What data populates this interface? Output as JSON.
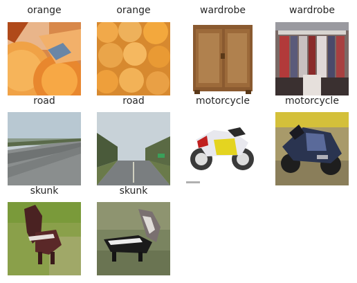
{
  "grid": {
    "items": [
      {
        "label": "orange"
      },
      {
        "label": "orange"
      },
      {
        "label": "wardrobe"
      },
      {
        "label": "wardrobe"
      },
      {
        "label": "road"
      },
      {
        "label": "road"
      },
      {
        "label": "motorcycle"
      },
      {
        "label": "motorcycle"
      },
      {
        "label": "skunk"
      },
      {
        "label": "skunk"
      }
    ]
  }
}
